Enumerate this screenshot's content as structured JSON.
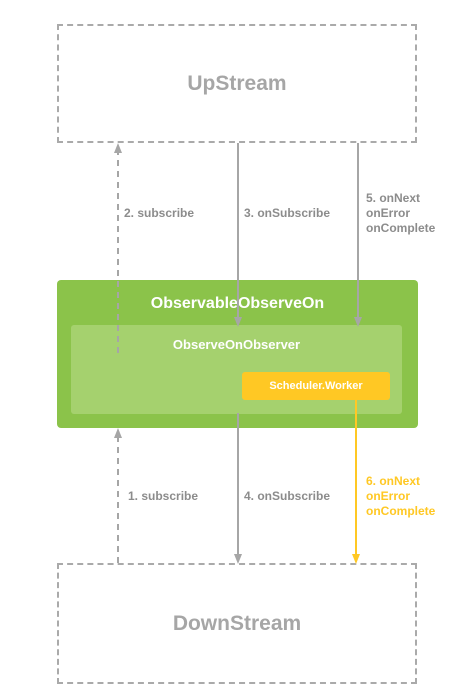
{
  "upstream": {
    "label": "UpStream"
  },
  "downstream": {
    "label": "DownStream"
  },
  "observable": {
    "label": "ObservableObserveOn"
  },
  "observer": {
    "label": "ObserveOnObserver"
  },
  "worker": {
    "label": "Scheduler.Worker"
  },
  "edges": {
    "subscribe_up": "2. subscribe",
    "on_subscribe_down_from_up": "3. onSubscribe",
    "events_from_up": {
      "line1": "5. onNext",
      "line2": "onError",
      "line3": "onComplete"
    },
    "subscribe_from_down": "1. subscribe",
    "on_subscribe_to_down": "4. onSubscribe",
    "events_to_down": {
      "line1": "6. onNext",
      "line2": "onError",
      "line3": "onComplete"
    }
  },
  "colors": {
    "gray_arrow": "#a6a6a6",
    "green_outer": "#8bc34a",
    "green_inner": "#a5d16e",
    "yellow": "#ffc824"
  }
}
